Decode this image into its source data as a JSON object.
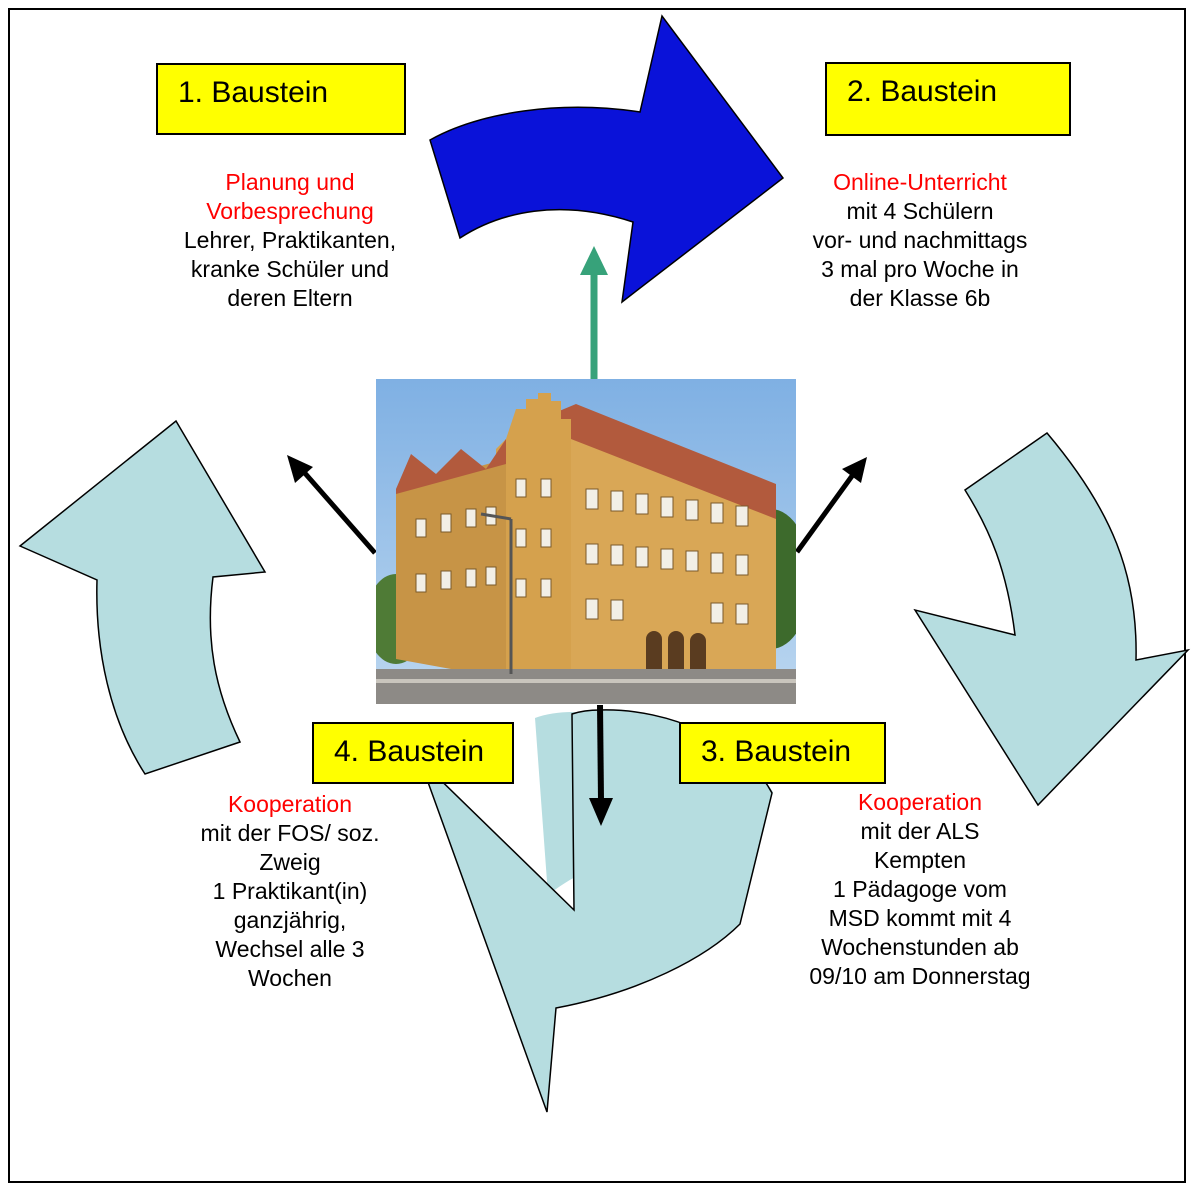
{
  "colors": {
    "arrow_top": "#0a12d9",
    "arrow_cycle": "#b6dde0",
    "arrow_green": "#37a27a",
    "box_fill": "#ffff00",
    "highlight_text": "#ff0000"
  },
  "photo": {
    "subject": "school-building-photo"
  },
  "bausteine": [
    {
      "label": "1. Baustein",
      "heading": "Planung und Vorbesprechung",
      "heading_lines": [
        "Planung und",
        "Vorbesprechung"
      ],
      "lines": [
        "Lehrer, Praktikanten,",
        "kranke Schüler und",
        "deren Eltern"
      ]
    },
    {
      "label": "2. Baustein",
      "heading": "Online-Unterricht",
      "heading_lines": [
        "Online-Unterricht"
      ],
      "lines": [
        "mit 4 Schülern",
        "vor- und nachmittags",
        "3 mal pro Woche in",
        "der Klasse 6b"
      ]
    },
    {
      "label": "3.  Baustein",
      "heading": "Kooperation",
      "heading_lines": [
        "Kooperation"
      ],
      "lines": [
        "mit der ALS",
        "Kempten",
        "1 Pädagoge vom",
        "MSD kommt mit 4",
        "Wochenstunden ab",
        "09/10 am Donnerstag"
      ]
    },
    {
      "label": "4. Baustein",
      "heading": "Kooperation",
      "heading_lines": [
        "Kooperation"
      ],
      "lines": [
        "mit der FOS/ soz.",
        "Zweig",
        "1 Praktikant(in)",
        "ganzjährig,",
        "Wechsel alle 3",
        "Wochen"
      ]
    }
  ]
}
